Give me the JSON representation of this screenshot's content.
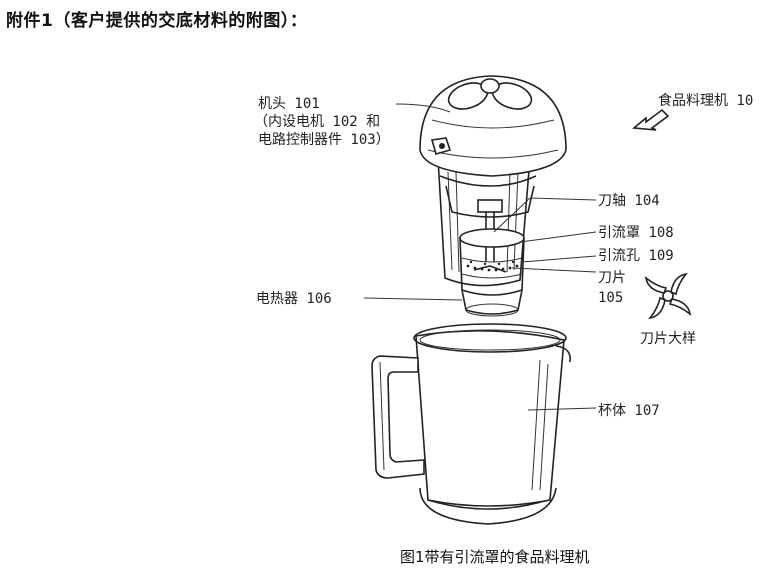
{
  "heading": "附件1（客户提供的交底材料的附图）：",
  "labels": {
    "machine": "食品料理机 10",
    "head_1": "机头 101",
    "head_2": "（内设电机 102 和",
    "head_3": "电路控制器件 103）",
    "shaft": "刀轴 104",
    "hood": "引流罩 108",
    "hole": "引流孔 109",
    "blade_1": "刀片",
    "blade_2": "105",
    "heater": "电热器 106",
    "blade_detail": "刀片大样",
    "cup": "杯体 107"
  },
  "caption": "图1带有引流罩的食品料理机"
}
